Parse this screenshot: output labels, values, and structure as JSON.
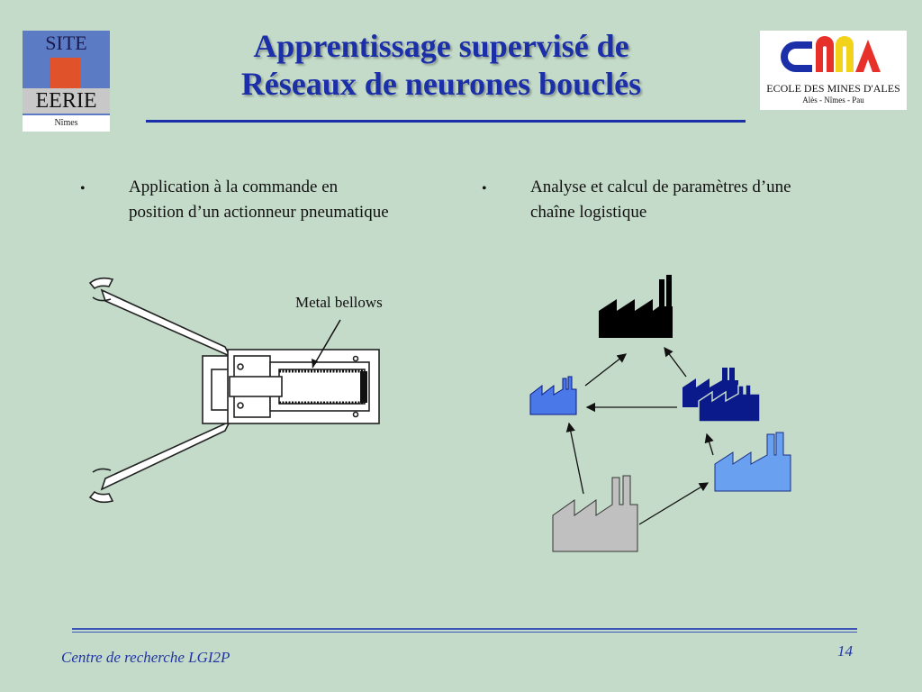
{
  "logo_left": {
    "site": "SITE",
    "eerie": "EERIE",
    "city": "Nîmes"
  },
  "title": {
    "line1": "Apprentissage supervisé de",
    "line2": "Réseaux de neurones  bouclés"
  },
  "logo_right": {
    "name": "ECOLE DES MINES D'ALES",
    "sub": "Alès - Nîmes - Pau"
  },
  "bullets": [
    {
      "marker": "•",
      "line1": "Application à la commande en",
      "line2": "position d’un actionneur pneumatique"
    },
    {
      "marker": "•",
      "line1": "Analyse et calcul de paramètres d’une",
      "line2": "chaîne logistique"
    }
  ],
  "figure": {
    "metal_label": "Metal bellows"
  },
  "footer": {
    "left": "Centre de recherche  LGI2P",
    "page": "14"
  },
  "colors": {
    "title": "#1a2fa8",
    "background": "#c5dbc9",
    "factory_black": "#000000",
    "factory_navy": "#0a1a8a",
    "factory_blue": "#4a78e8",
    "factory_lightblue": "#6aa0f0",
    "factory_gray": "#c0c0c0"
  }
}
